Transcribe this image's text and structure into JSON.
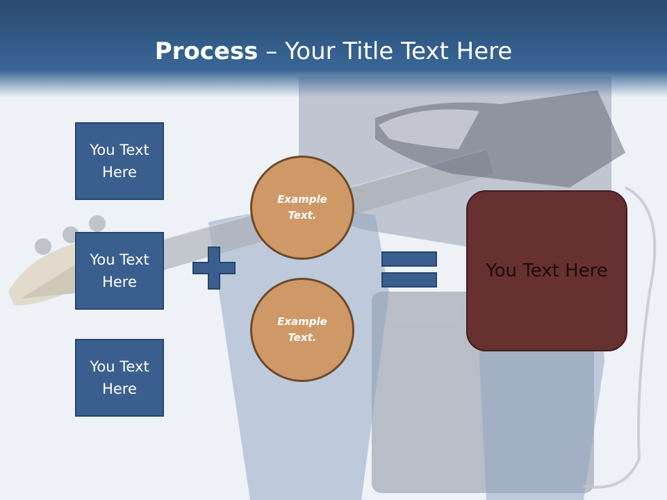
{
  "header": {
    "title_bold": "Process",
    "title_rest": " – Your Title Text Here"
  },
  "left_boxes": [
    {
      "label": "You Text Here"
    },
    {
      "label": "You Text Here"
    },
    {
      "label": "You Text Here"
    }
  ],
  "circles": [
    {
      "label": "Example Text."
    },
    {
      "label": "Example Text."
    }
  ],
  "result": {
    "label": "You Text Here"
  },
  "colors": {
    "header_blue": "#35608f",
    "box_blue": "#3a5f8f",
    "circle_tan": "#cf9967",
    "result_maroon": "#673031"
  },
  "icons": {
    "operator_1": "plus-icon",
    "operator_2": "equals-icon"
  }
}
